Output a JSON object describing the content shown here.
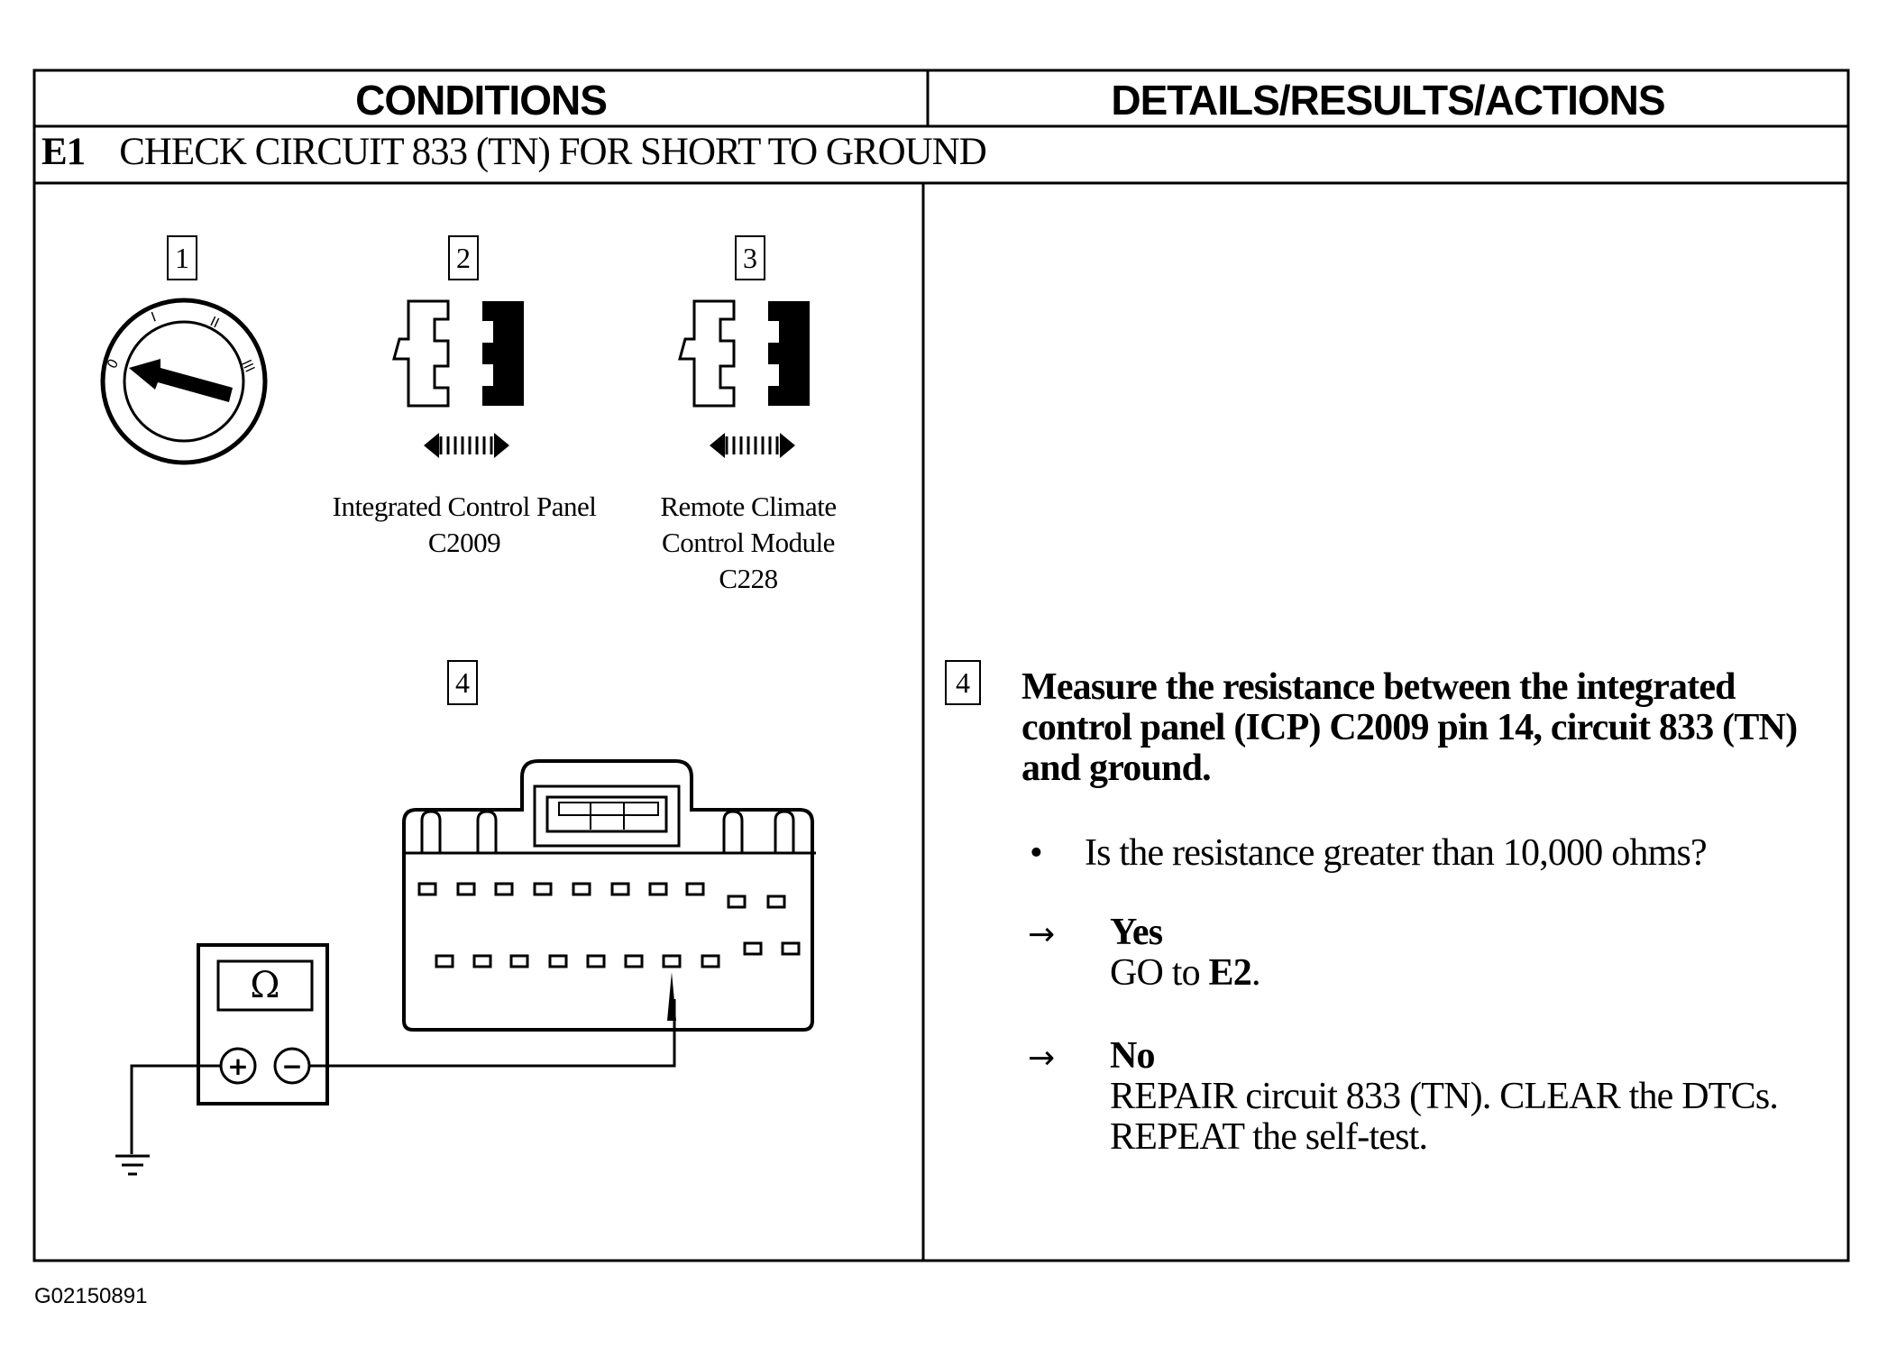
{
  "table": {
    "col_left_header": "CONDITIONS",
    "col_right_header": "DETAILS/RESULTS/ACTIONS",
    "step_id": "E1",
    "step_title": "CHECK CIRCUIT 833 (TN) FOR SHORT TO GROUND"
  },
  "conditions": {
    "step1": {
      "number": "1",
      "icon": "ignition-switch-off-icon"
    },
    "step2": {
      "number": "2",
      "icon": "disconnect-connector-icon",
      "caption_line1": "Integrated Control Panel",
      "caption_line2": "C2009"
    },
    "step3": {
      "number": "3",
      "icon": "disconnect-connector-icon",
      "caption_line1": "Remote Climate",
      "caption_line2": "Control Module",
      "caption_line3": "C228"
    },
    "step4": {
      "number": "4",
      "icon": "ohmmeter-icon",
      "meter_symbol": "Ω",
      "plus": "+",
      "minus": "−"
    }
  },
  "details": {
    "step_number": "4",
    "instruction_line1": "Measure the resistance between the integrated",
    "instruction_line2": "control panel (ICP) C2009 pin 14, circuit 833 (TN)",
    "instruction_line3": "and ground.",
    "bullet": "•",
    "question": "Is the resistance greater than 10,000 ohms?",
    "arrow": "→",
    "yes_label": "Yes",
    "yes_action_prefix": "GO to ",
    "yes_action_target": "E2",
    "yes_action_suffix": ".",
    "no_label": "No",
    "no_action_line1": "REPAIR circuit 833 (TN). CLEAR the DTCs.",
    "no_action_line2": "REPEAT the self-test."
  },
  "figure_id": "G02150891"
}
